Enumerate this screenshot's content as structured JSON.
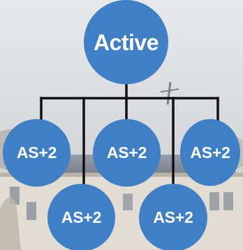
{
  "diagram": {
    "root": {
      "label": "Active"
    },
    "children": [
      {
        "label": "AS+2"
      },
      {
        "label": "AS+2"
      },
      {
        "label": "AS+2"
      },
      {
        "label": "AS+2"
      },
      {
        "label": "AS+2"
      }
    ],
    "colors": {
      "node_fill": "#3f7fc6",
      "node_text": "#ffffff",
      "connector": "#111111"
    }
  }
}
